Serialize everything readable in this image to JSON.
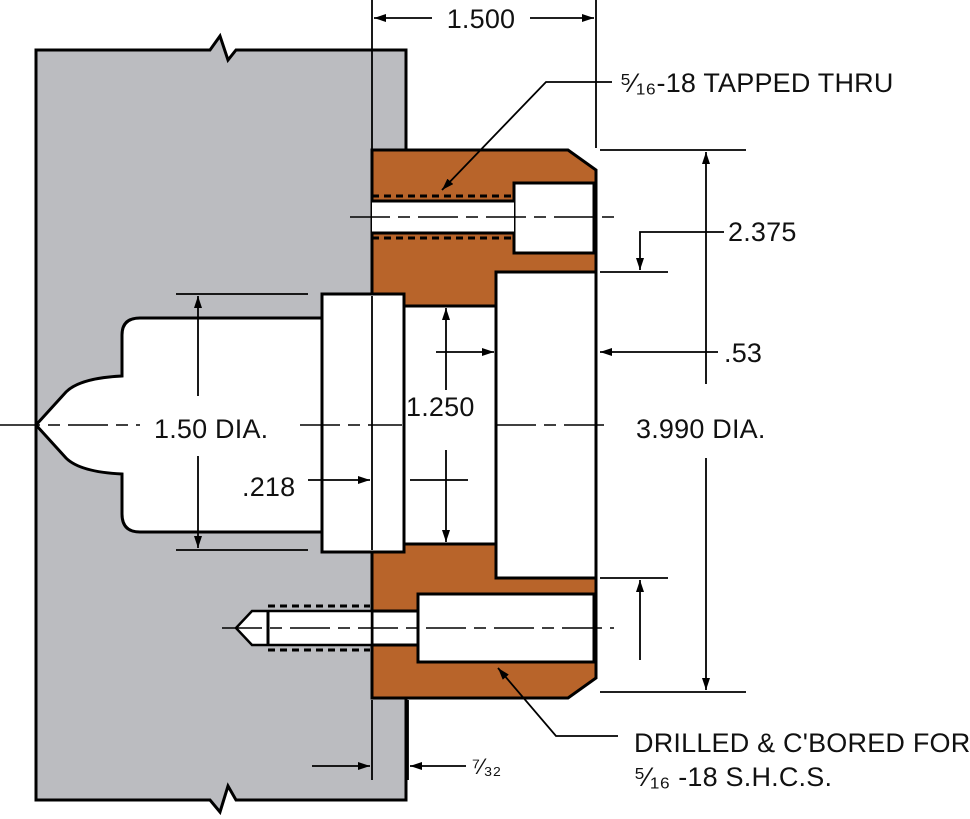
{
  "colors": {
    "fixture_plate": "#bbbcc0",
    "flange_part": "#b8642a",
    "outline": "#000000",
    "background": "#ffffff"
  },
  "labels": {
    "overall_length": "1.500",
    "tapped_hole": "⁵⁄₁₆-18 TAPPED THRU",
    "bolt_circle": "2.375",
    "counterbore_depth": ".53",
    "outer_diameter": "3.990 DIA.",
    "pilot_diameter": "1.50 DIA.",
    "bore_diameter": "1.250",
    "pilot_length": ".218",
    "drilled_cbored_line1": "DRILLED & C'BORED FOR",
    "drilled_cbored_line2": "⁵⁄₁₆ -18 S.H.C.S.",
    "plate_offset": "⁷⁄₃₂"
  }
}
